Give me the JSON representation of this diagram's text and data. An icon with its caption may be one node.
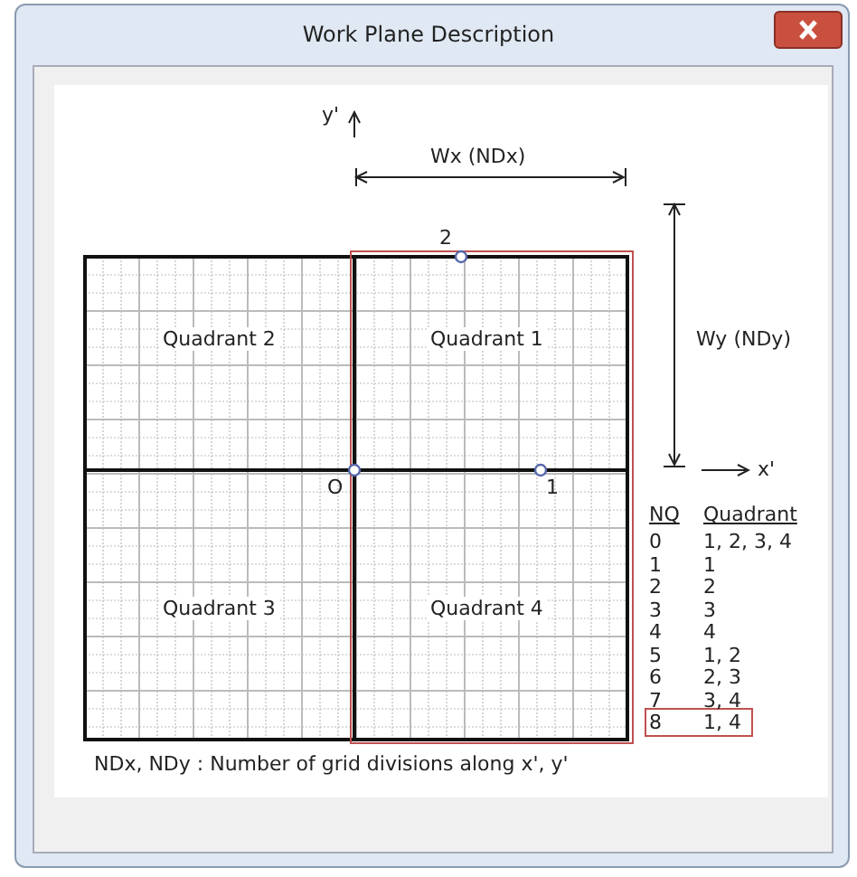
{
  "diagram": {
    "title": "Work Plane Description",
    "labels": [
      "y'",
      "Wx (NDx)",
      "2",
      "Quadrant 2",
      "Quadrant 1",
      "Wy (NDy)",
      "x'",
      "O",
      "1",
      "NQ",
      "Quadrant",
      "0",
      "1, 2, 3, 4",
      "1",
      "1",
      "2",
      "2",
      "3",
      "3",
      "4",
      "4",
      "5",
      "1, 2",
      "6",
      "2, 3",
      "7",
      "3, 4",
      "8",
      "1, 4",
      "Quadrant 3",
      "Quadrant 4",
      "NDx, NDy : Number of grid divisions along x', y'"
    ]
  }
}
